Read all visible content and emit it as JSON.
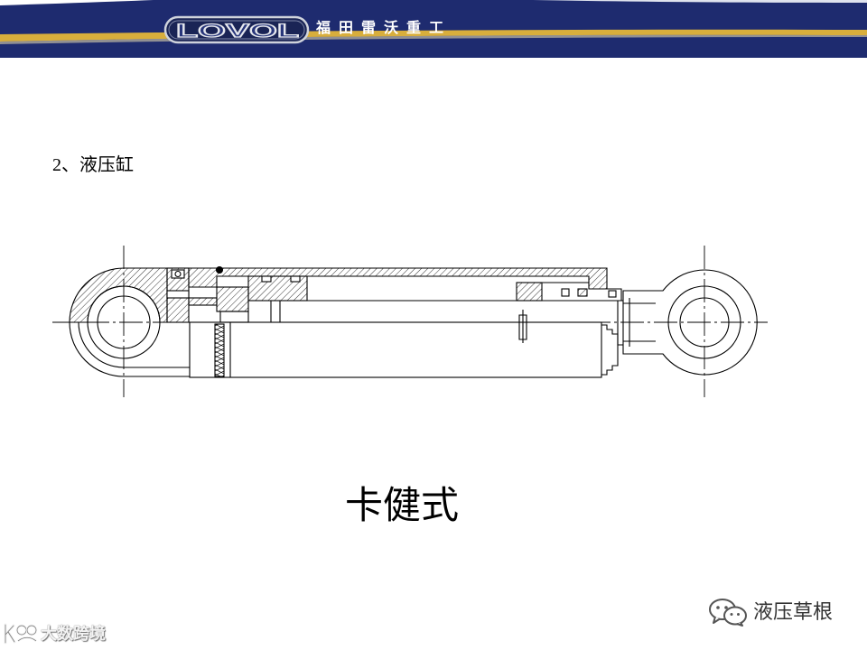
{
  "header": {
    "logo_text": "LOVOL",
    "company_name": "福田雷沃重工",
    "background_color": "#1e2b6f",
    "stripe_color": "#d8ae3c"
  },
  "slide": {
    "heading": "2、液压缸",
    "caption": "卡健式"
  },
  "watermarks": {
    "wechat": {
      "icon": "wechat-icon",
      "label": "液压草根"
    },
    "brand": {
      "icon": "brand-logo-icon",
      "label": "大数跨境"
    }
  }
}
